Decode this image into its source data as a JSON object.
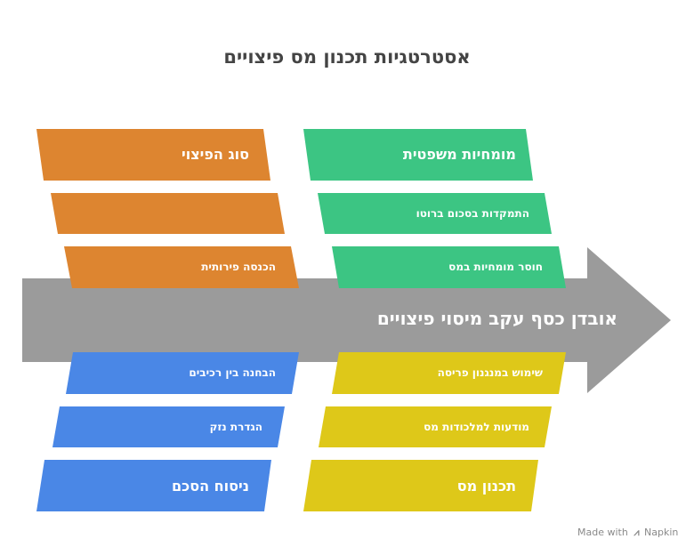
{
  "title": "אסטרטגיות תכנון מס פיצויים",
  "spine": {
    "label": "אובדן כסף עקב מיסוי פיצויים",
    "color": "#9b9b9b"
  },
  "categories": {
    "top_left": {
      "color": "#dd8530",
      "heading": "סוג הפיצוי",
      "items": [
        "",
        "הכנסה פירותית"
      ]
    },
    "top_right": {
      "color": "#3cc583",
      "heading": "מומחיות משפטית",
      "items": [
        "התמקדות בסכום ברוטו",
        "חוסר מומחיות במס"
      ]
    },
    "bottom_left": {
      "color": "#4a87e6",
      "heading": "ניסוח הסכם",
      "items": [
        "הבחנה בין רכיבים",
        "הגדרת נזק"
      ]
    },
    "bottom_right": {
      "color": "#dec819",
      "heading": "תכנון מס",
      "items": [
        "שימוש במנגנון פריסה",
        "מודעות למלכודות מס"
      ]
    }
  },
  "watermark": {
    "prefix": "Made with",
    "brand": "Napkin",
    "icon": "napkin-logo-icon"
  }
}
